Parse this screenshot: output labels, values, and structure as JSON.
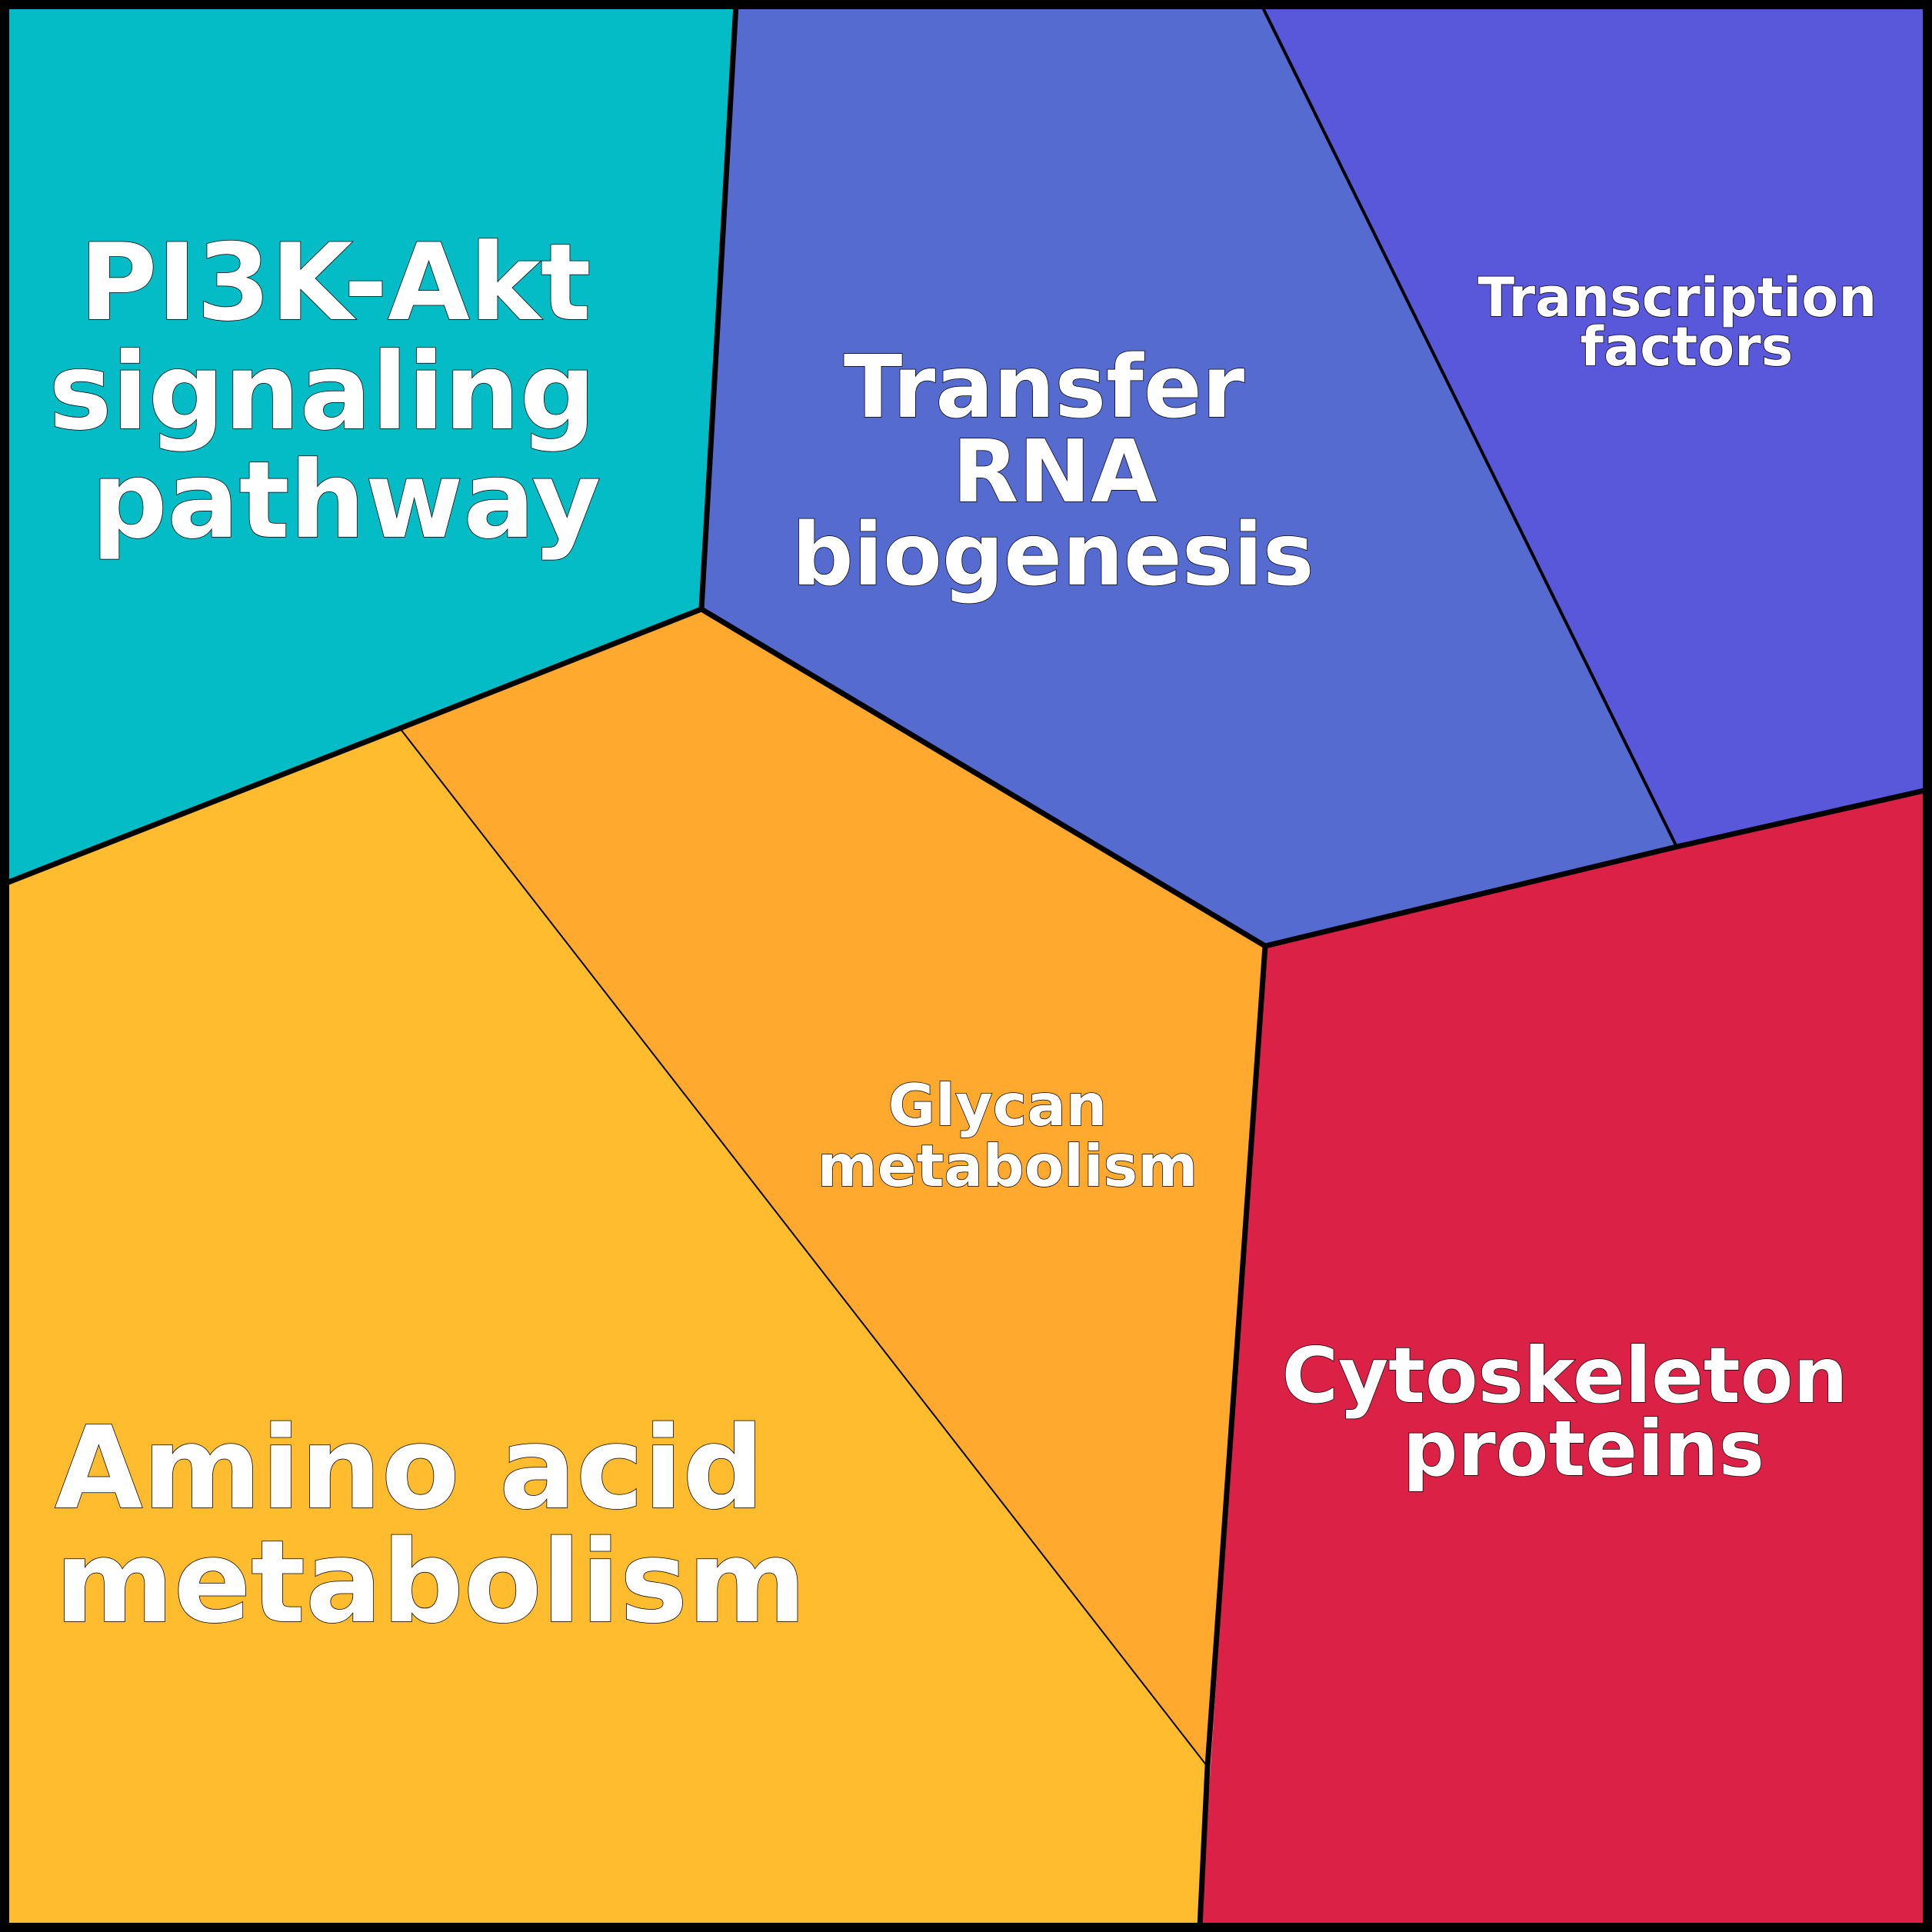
{
  "diagram": {
    "type": "voronoi-treemap",
    "border_color": "#000000",
    "cells": [
      {
        "id": "pi3k",
        "group": "signaling",
        "color": "#03BCC5",
        "lines": [
          "PI3K-Akt",
          "signaling",
          "pathway"
        ]
      },
      {
        "id": "trna",
        "group": "genetic-information",
        "color": "#566BCF",
        "lines": [
          "Transfer",
          "RNA",
          "biogenesis"
        ]
      },
      {
        "id": "tf",
        "group": "genetic-information",
        "color": "#5957DA",
        "lines": [
          "Transcription",
          "factors"
        ]
      },
      {
        "id": "glycan",
        "group": "metabolism",
        "color": "#FFAA2E",
        "lines": [
          "Glycan",
          "metabolism"
        ]
      },
      {
        "id": "amino",
        "group": "metabolism",
        "color": "#FFBC2E",
        "lines": [
          "Amino acid",
          "metabolism"
        ]
      },
      {
        "id": "cyto",
        "group": "cellular-processes",
        "color": "#DC2146",
        "lines": [
          "Cytoskeleton",
          "proteins"
        ]
      }
    ]
  }
}
